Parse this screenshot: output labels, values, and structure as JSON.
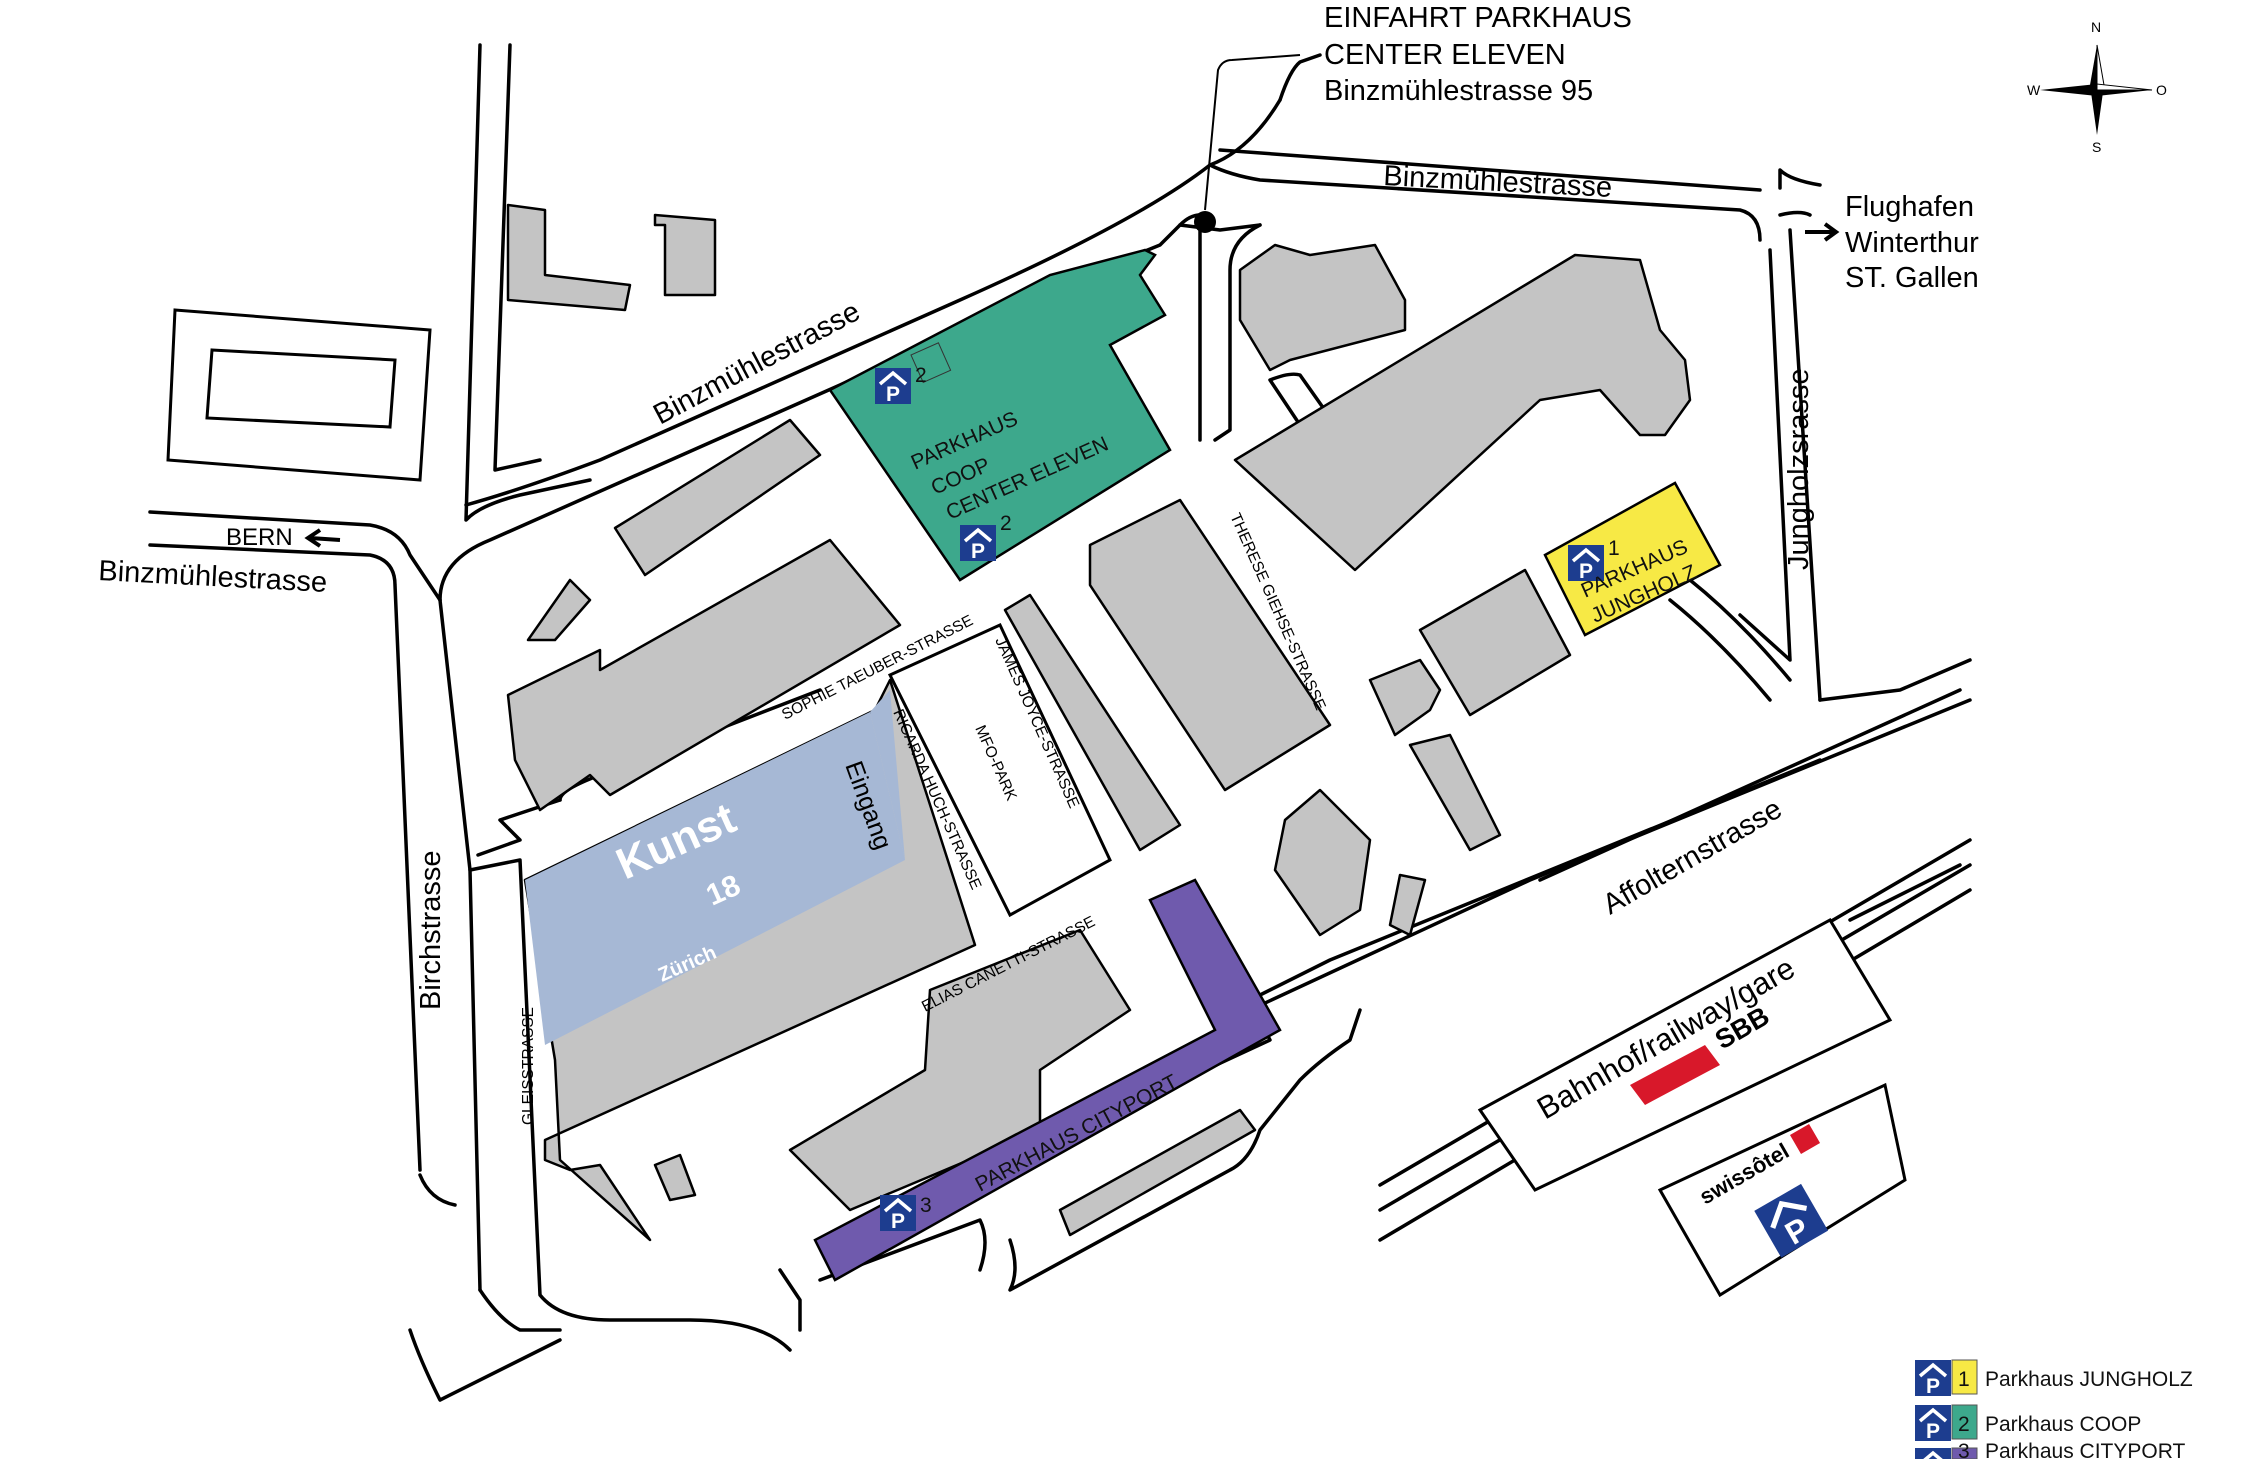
{
  "entrance": {
    "line1": "EINFAHRT PARKHAUS",
    "line2": "CENTER ELEVEN",
    "line3": "Binzmühlestrasse 95"
  },
  "compass": {
    "n": "N",
    "s": "S",
    "w": "W",
    "o": "O"
  },
  "directions": {
    "flughafen": "Flughafen",
    "winterthur": "Winterthur",
    "stgallen": "ST. Gallen",
    "bern": "BERN"
  },
  "streets": {
    "binzmuehle_top": "Binzmühlestrasse",
    "binzmuehle_diag": "Binzmühlestrasse",
    "binzmuehle_left": "Binzmühlestrasse",
    "jungholz": "Jungholzsrasse",
    "birch": "Birchstrasse",
    "affoltern": "Affolternstrasse",
    "gleis": "GLEISSTRASSE",
    "sophie": "SOPHIE TAEUBER-STRASSE",
    "ricarda": "RICARDA HUCH-STRASSE",
    "james": "JAMES JOYCE-STRASSE",
    "therese": "THERESE GIEHSE-STRASSE",
    "elias": "ELIAS CANETTI-STRASSE"
  },
  "places": {
    "mfo": "MFO-PARK",
    "kunst": "Kunst",
    "kunst_num": "18",
    "kunst_city": "Zürich",
    "eingang": "Eingang",
    "bahnhof": "Bahnhof/railway/gare",
    "sbb": "SBB",
    "swissotel": "swissôtel"
  },
  "parkings": {
    "coop": {
      "line1": "PARKHAUS",
      "line2": "COOP",
      "line3": "CENTER ELEVEN",
      "num": "2"
    },
    "jungholz": {
      "line1": "PARKHAUS",
      "line2": "JUNGHOLZ",
      "num": "1"
    },
    "cityport": {
      "label": "PARKHAUS CITYPORT",
      "num": "3"
    },
    "p_glyph": "P"
  },
  "legend": [
    {
      "num": "1",
      "label": "Parkhaus JUNGHOLZ",
      "color": "#f7e945"
    },
    {
      "num": "2",
      "label": "Parkhaus COOP",
      "color": "#3da88c"
    },
    {
      "num": "3",
      "label": "Parkhaus CITYPORT",
      "color": "#6f5aad"
    }
  ],
  "colors": {
    "coop": "#3da88c",
    "jungholz": "#f7e945",
    "cityport": "#6f5aad",
    "kunst": "#a6b8d5",
    "building": "#c4c4c4",
    "parking_sign": "#1d3d8f",
    "sbb_red": "#d8182a"
  },
  "icons": [
    "compass-rose-icon",
    "parking-sign-icon",
    "arrow-right-icon",
    "arrow-left-icon",
    "entrance-dot-icon",
    "sbb-logo-icon",
    "swiss-cross-icon"
  ]
}
